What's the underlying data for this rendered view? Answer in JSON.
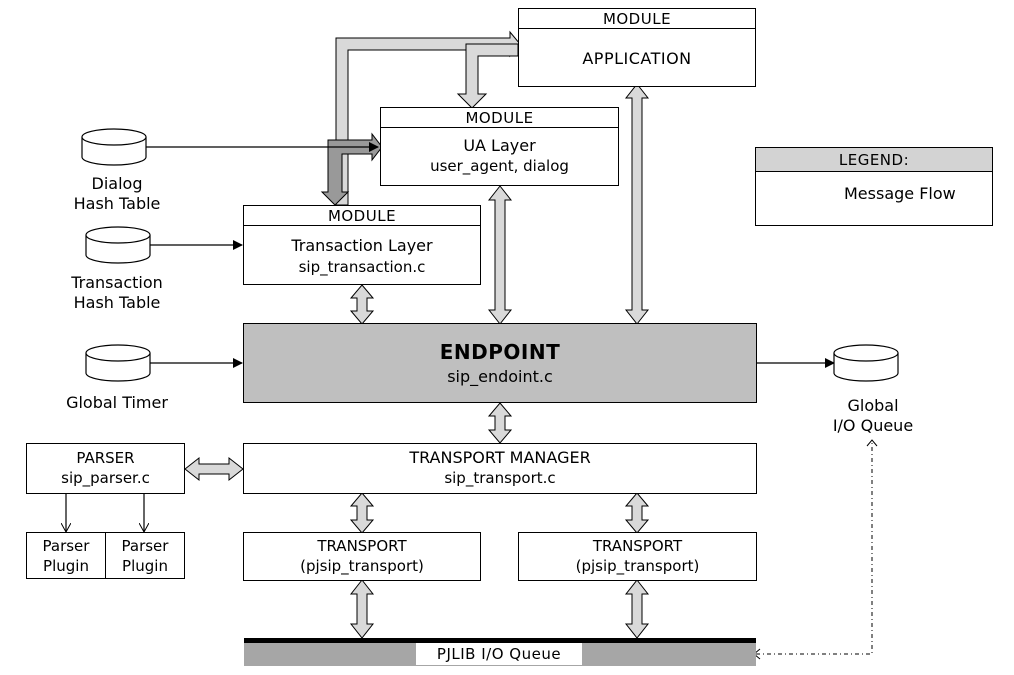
{
  "application": {
    "header": "MODULE",
    "title": "APPLICATION"
  },
  "ua_layer": {
    "header": "MODULE",
    "title": "UA Layer",
    "subtitle": "user_agent, dialog"
  },
  "transaction_layer": {
    "header": "MODULE",
    "title": "Transaction Layer",
    "subtitle": "sip_transaction.c"
  },
  "endpoint": {
    "title": "ENDPOINT",
    "subtitle": "sip_endoint.c"
  },
  "transport_manager": {
    "title": "TRANSPORT MANAGER",
    "subtitle": "sip_transport.c"
  },
  "transport_left": {
    "title": "TRANSPORT",
    "subtitle": "(pjsip_transport)"
  },
  "transport_right": {
    "title": "TRANSPORT",
    "subtitle": "(pjsip_transport)"
  },
  "parser": {
    "title": "PARSER",
    "subtitle": "sip_parser.c"
  },
  "parser_plugins": [
    {
      "line1": "Parser",
      "line2": "Plugin"
    },
    {
      "line1": "Parser",
      "line2": "Plugin"
    }
  ],
  "databases": {
    "dialog_hash": {
      "line1": "Dialog",
      "line2": "Hash Table"
    },
    "transaction_hash": {
      "line1": "Transaction",
      "line2": "Hash Table"
    },
    "global_timer": {
      "line1": "Global Timer"
    },
    "global_io_queue": {
      "line1": "Global",
      "line2": "I/O Queue"
    }
  },
  "pjlib_io_queue": {
    "label": "PJLIB I/O Queue"
  },
  "legend": {
    "title": "LEGEND:",
    "item": "Message Flow"
  },
  "colors": {
    "endpoint_fill": "#bfbfbf",
    "arrow_fill": "#d9d9d9",
    "dark_arrow": "#999999",
    "queue_bar": "#a6a6a6"
  }
}
